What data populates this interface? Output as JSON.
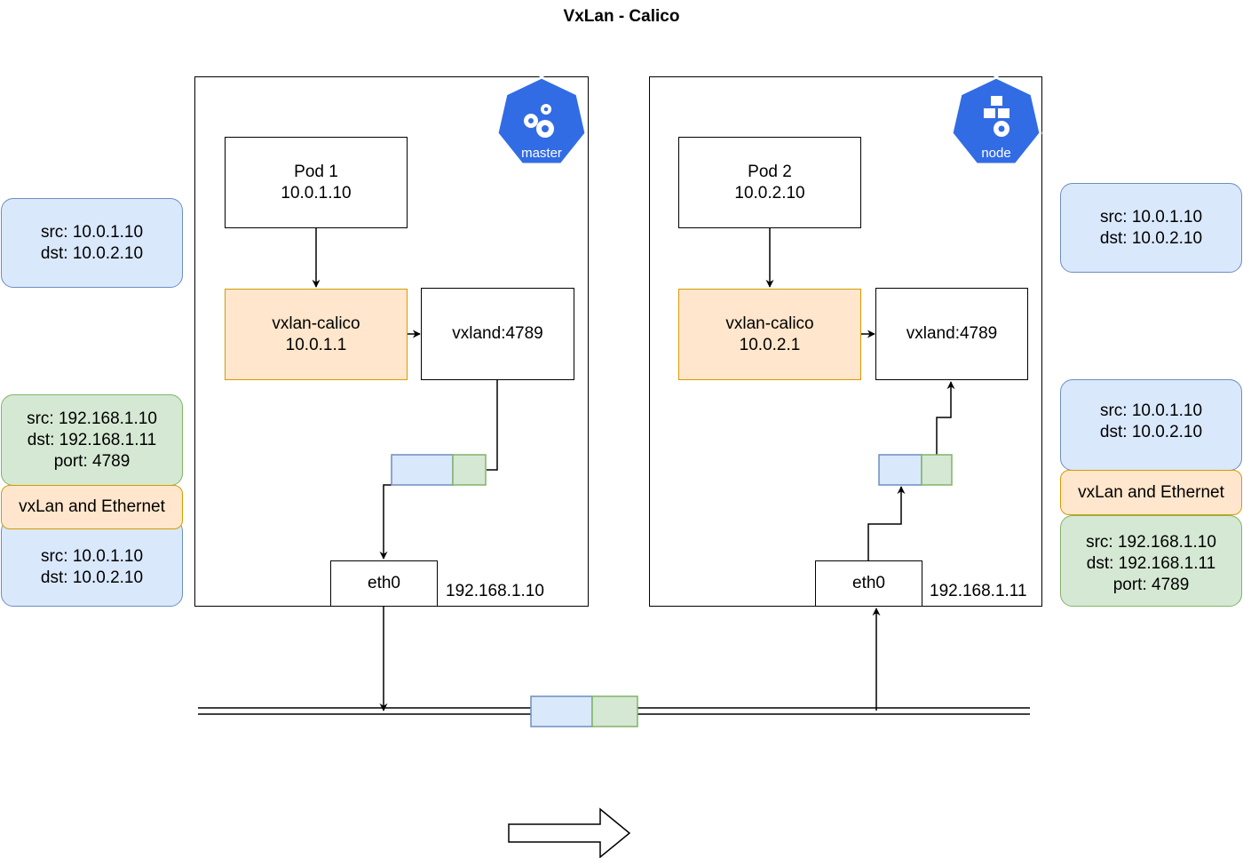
{
  "title": "VxLan - Calico",
  "master": {
    "badge": "master",
    "pod": "Pod 1\n10.0.1.10",
    "vxlan": "vxlan-calico\n10.0.1.1",
    "vxland": "vxland:4789",
    "eth": "eth0",
    "ip": "192.168.1.10"
  },
  "node": {
    "badge": "node",
    "pod": "Pod 2\n10.0.2.10",
    "vxlan": "vxlan-calico\n10.0.2.1",
    "vxland": "vxland:4789",
    "eth": "eth0",
    "ip": "192.168.1.11"
  },
  "left_packets": {
    "inner": "src: 10.0.1.10\ndst: 10.0.2.10",
    "outer": "src: 192.168.1.10\ndst: 192.168.1.11\nport: 4789",
    "encap": "vxLan and Ethernet",
    "inner2": "src: 10.0.1.10\ndst: 10.0.2.10"
  },
  "right_packets": {
    "inner": "src: 10.0.1.10\ndst: 10.0.2.10",
    "inner2": "src: 10.0.1.10\ndst: 10.0.2.10",
    "encap": "vxLan and Ethernet",
    "outer": "src: 192.168.1.10\ndst: 192.168.1.11\nport: 4789"
  },
  "colors": {
    "blue_fill": "#dae8fc",
    "blue_stroke": "#6c8ebf",
    "green_fill": "#d5e8d4",
    "green_stroke": "#82b366",
    "orange_fill": "#ffe6cc",
    "orange_stroke": "#d79b00",
    "k8s_blue": "#326ce5"
  }
}
